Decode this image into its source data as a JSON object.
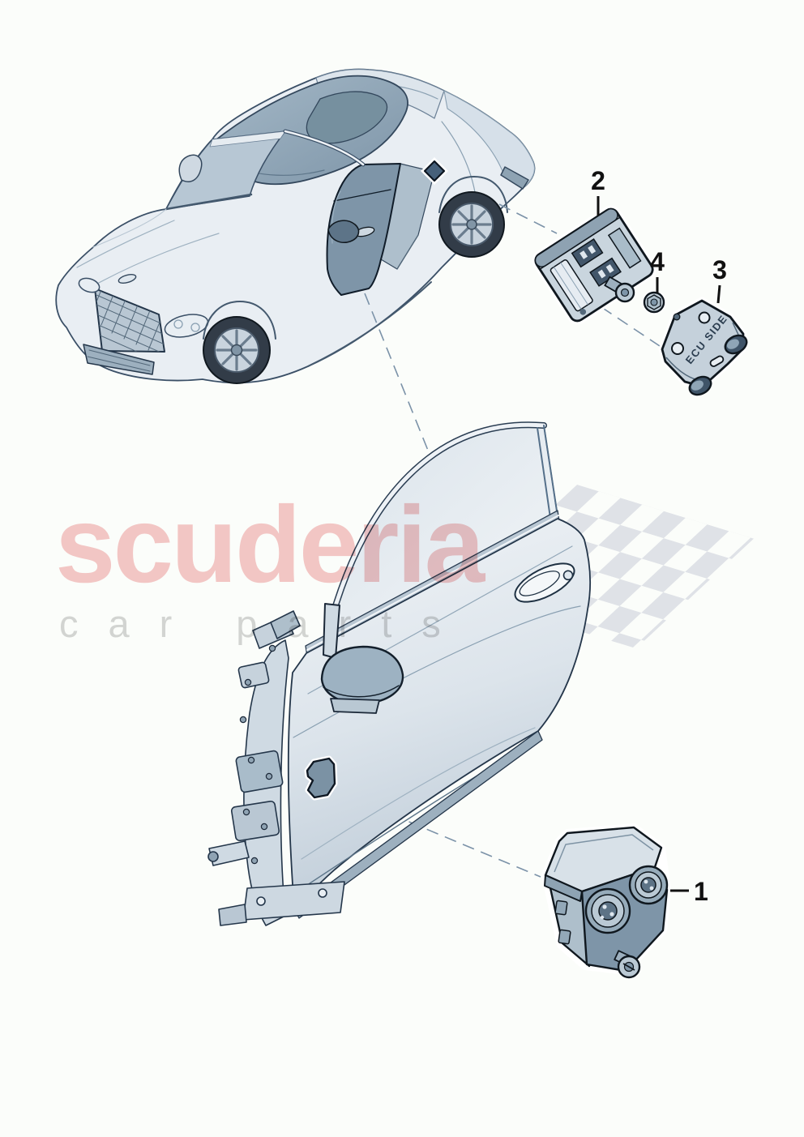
{
  "watermark": {
    "brand": "scuderia",
    "word1": "car",
    "word2": "parts"
  },
  "diagram": {
    "plate_marking": "ECU SIDE",
    "callouts": [
      {
        "number": "1"
      },
      {
        "number": "2"
      },
      {
        "number": "3"
      },
      {
        "number": "4"
      }
    ]
  },
  "colors": {
    "background": "#fbfdfa",
    "watermark_pink": "#f6c8c8",
    "watermark_gray": "#d6d6d6",
    "flag_check_gray": "#dfe2e7",
    "construction_line_blue": "#7b92a8",
    "outline_dark": "#0f171e",
    "body_light_blue": "#e9eef3",
    "panel_slate": "#7e95a8"
  }
}
